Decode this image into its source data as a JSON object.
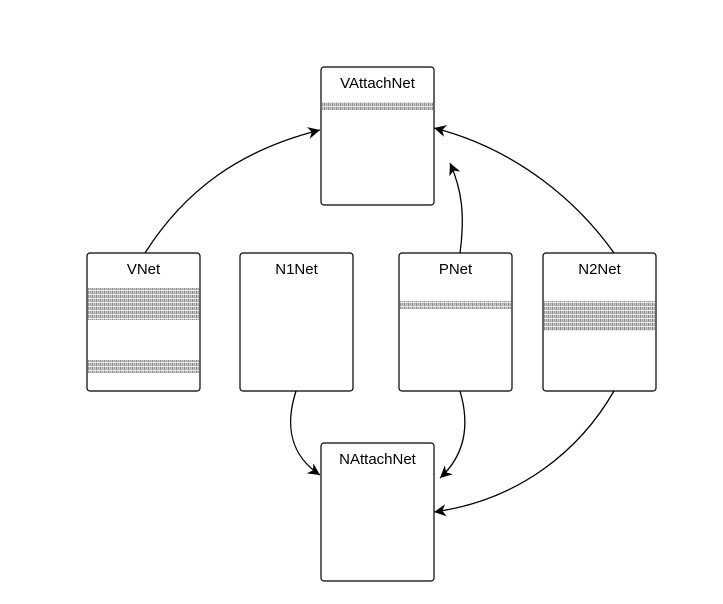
{
  "diagram": {
    "nodes": {
      "vattachnet": {
        "label": "VAttachNet"
      },
      "vnet": {
        "label": "VNet"
      },
      "n1net": {
        "label": "N1Net"
      },
      "pnet": {
        "label": "PNet"
      },
      "n2net": {
        "label": "N2Net"
      },
      "nattachnet": {
        "label": "NAttachNet"
      }
    },
    "edges": [
      {
        "from": "VNet",
        "to": "VAttachNet"
      },
      {
        "from": "PNet",
        "to": "VAttachNet"
      },
      {
        "from": "N2Net",
        "to": "VAttachNet"
      },
      {
        "from": "N1Net",
        "to": "NAttachNet"
      },
      {
        "from": "PNet",
        "to": "NAttachNet"
      },
      {
        "from": "N2Net",
        "to": "NAttachNet"
      }
    ],
    "colors": {
      "stroke": "#000000",
      "hatch_light": "#c8c8c8",
      "hatch_dark": "#8a8a8a",
      "background": "#ffffff"
    }
  }
}
